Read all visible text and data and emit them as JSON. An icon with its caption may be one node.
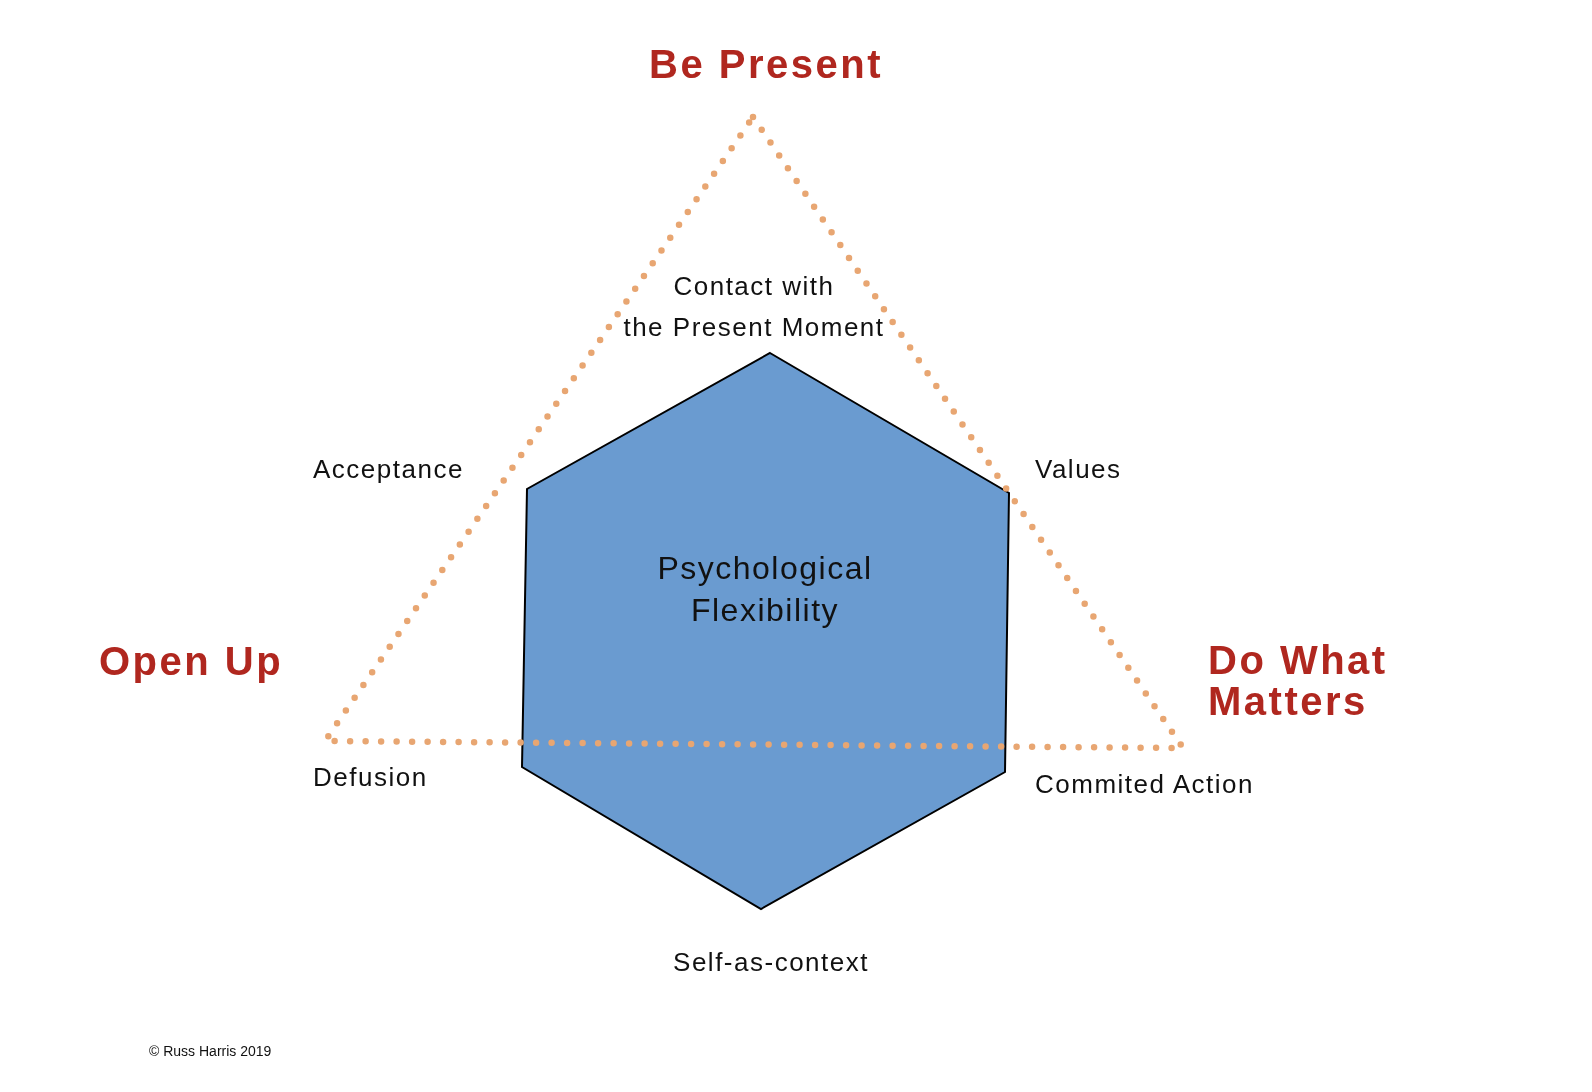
{
  "diagram": {
    "nodes": [
      {
        "text": [
          "Psychological Flexibility"
        ],
        "beside": [
          "Contact with the Present Moment",
          "Acceptance",
          "Values",
          "Defusion",
          "Commited Action",
          "Self-as-context"
        ]
      }
    ],
    "labels": [
      "Be Present",
      "Open Up",
      "Do What Matters",
      "© Russ Harris 2019"
    ]
  }
}
